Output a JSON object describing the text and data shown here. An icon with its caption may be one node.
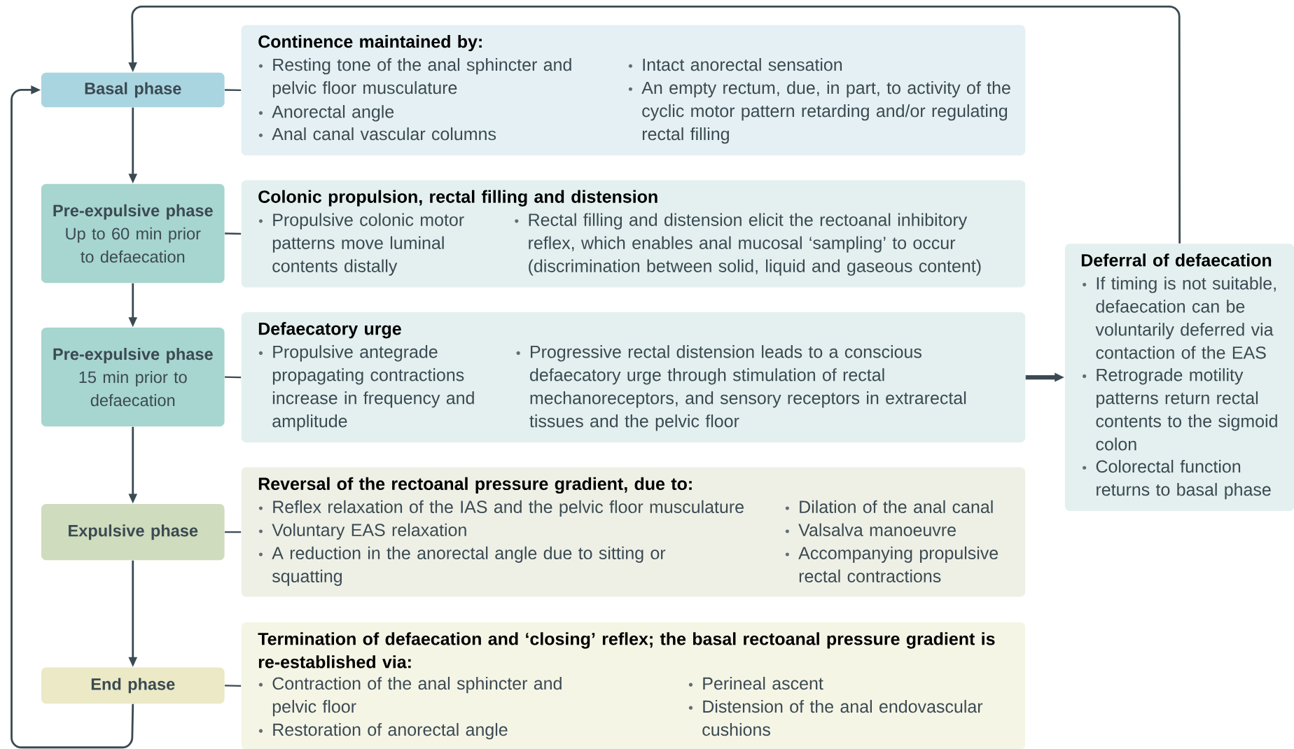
{
  "diagram": {
    "nodes": [
      {
        "text": [
          "Basal phase"
        ]
      },
      {
        "text": [
          "Continence maintained by:",
          "Resting tone of the anal sphincter and pelvic floor musculature",
          "Anorectal angle",
          "Anal canal vascular columns",
          "Intact anorectal sensation",
          "An empty rectum, due, in part, to activity of the cyclic motor pattern retarding and/or regulating rectal filling"
        ]
      },
      {
        "text": [
          "Pre-expulsive phase",
          "Up to 60 min prior to defaecation"
        ]
      },
      {
        "text": [
          "Colonic propulsion, rectal filling and distension",
          "Propulsive colonic motor patterns move luminal contents distally",
          "Rectal filling and distension elicit the rectoanal inhibitory reflex, which enables anal mucosal ‘sampling’ to occur (discrimination between solid, liquid and gaseous content)"
        ]
      },
      {
        "text": [
          "Pre-expulsive phase",
          "15 min prior to defaecation"
        ]
      },
      {
        "text": [
          "Defaecatory urge",
          "Propulsive antegrade propagating contractions increase in frequency and amplitude",
          "Progressive rectal distension leads to a conscious defaecatory urge through stimulation of rectal mechanoreceptors, and sensory receptors in extrarectal tissues and the pelvic floor"
        ]
      },
      {
        "text": [
          "Expulsive phase"
        ]
      },
      {
        "text": [
          "Reversal of the rectoanal pressure gradient, due to:",
          "Reflex relaxation of the IAS and the pelvic floor musculature",
          "Voluntary EAS relaxation",
          "A reduction in the anorectal angle due to sitting or squatting",
          "Dilation of the anal canal",
          "Valsalva manoeuvre",
          "Accompanying propulsive rectal contractions"
        ]
      },
      {
        "text": [
          "End phase"
        ]
      },
      {
        "text": [
          "Termination of defaecation and ‘closing’ reflex; the basal rectoanal pressure gradient is re-established via:",
          "Contraction of the anal sphincter and pelvic floor",
          "Restoration of anorectal angle",
          "Perineal ascent",
          "Distension of the anal endovascular cushions"
        ]
      },
      {
        "text": [
          "Deferral of defaecation",
          "If timing is not suitable, defaecation can be voluntarily deferred via contaction of the EAS",
          "Retrograde motility patterns return rectal contents to the sigmoid colon",
          "Colorectal function returns to basal phase"
        ]
      }
    ],
    "edges": [
      {
        "from": 0,
        "to": 2,
        "arrow": "to"
      },
      {
        "from": 2,
        "to": 4,
        "arrow": "to"
      },
      {
        "from": 4,
        "to": 6,
        "arrow": "to"
      },
      {
        "from": 6,
        "to": 8,
        "arrow": "to"
      },
      {
        "from": 0,
        "to": 1,
        "arrow": "none"
      },
      {
        "from": 2,
        "to": 3,
        "arrow": "none"
      },
      {
        "from": 4,
        "to": 5,
        "arrow": "none"
      },
      {
        "from": 6,
        "to": 7,
        "arrow": "none"
      },
      {
        "from": 8,
        "to": 9,
        "arrow": "none"
      },
      {
        "from": 5,
        "to": 10,
        "arrow": "to",
        "style": "thick"
      },
      {
        "from": 10,
        "to": 0,
        "arrow": "to"
      },
      {
        "from": 8,
        "to": 0,
        "arrow": "to"
      }
    ]
  }
}
